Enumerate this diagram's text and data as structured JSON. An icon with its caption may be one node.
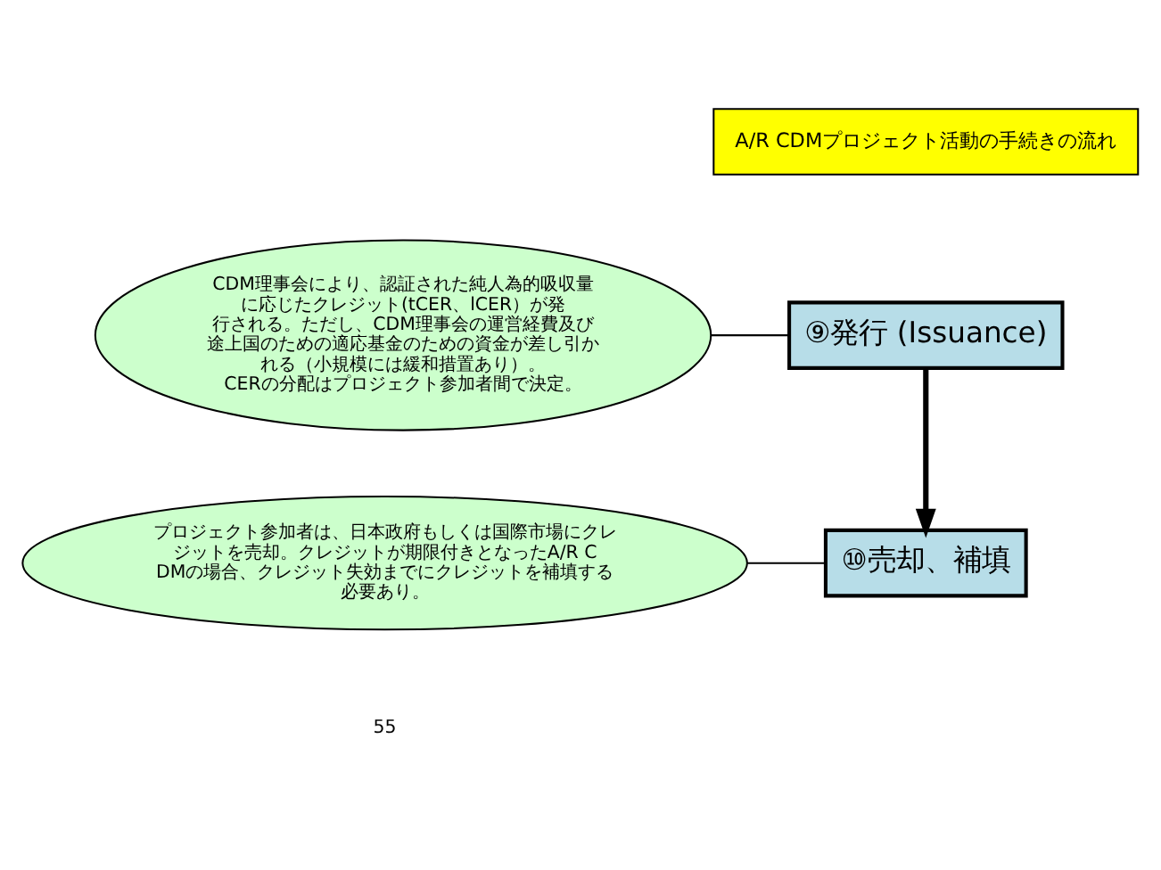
{
  "diagram": {
    "nodes": [
      {
        "text": [
          "A/R CDMプロジェクト活動の手続きの流れ"
        ]
      },
      {
        "text": [
          "⑨発行 (Issuance)"
        ]
      },
      {
        "text": [
          "CDM理事会により、認証された純人為的吸収量に応じたクレジット(tCER、lCER）が発行される。ただし、CDM理事会の運営経費及び途上国のための適応基金のための資金が差し引かれる（小規模には緩和措置あり）。",
          "CERの分配はプロジェクト参加者間で決定。"
        ]
      },
      {
        "text": [
          "⑩売却、補填"
        ]
      },
      {
        "text": [
          "プロジェクト参加者は、日本政府もしくは国際市場にクレジットを売却。クレジットが期限付きとなったA/R CDMの場合、クレジット失効までにクレジットを補填する必要あり。"
        ]
      }
    ],
    "edges": [
      {
        "from": 1,
        "to": 3,
        "arrow": "to",
        "style": "thick"
      },
      {
        "from": 2,
        "to": 1,
        "arrow": "none"
      },
      {
        "from": 4,
        "to": 3,
        "arrow": "none"
      }
    ],
    "labels": [
      "55"
    ]
  }
}
